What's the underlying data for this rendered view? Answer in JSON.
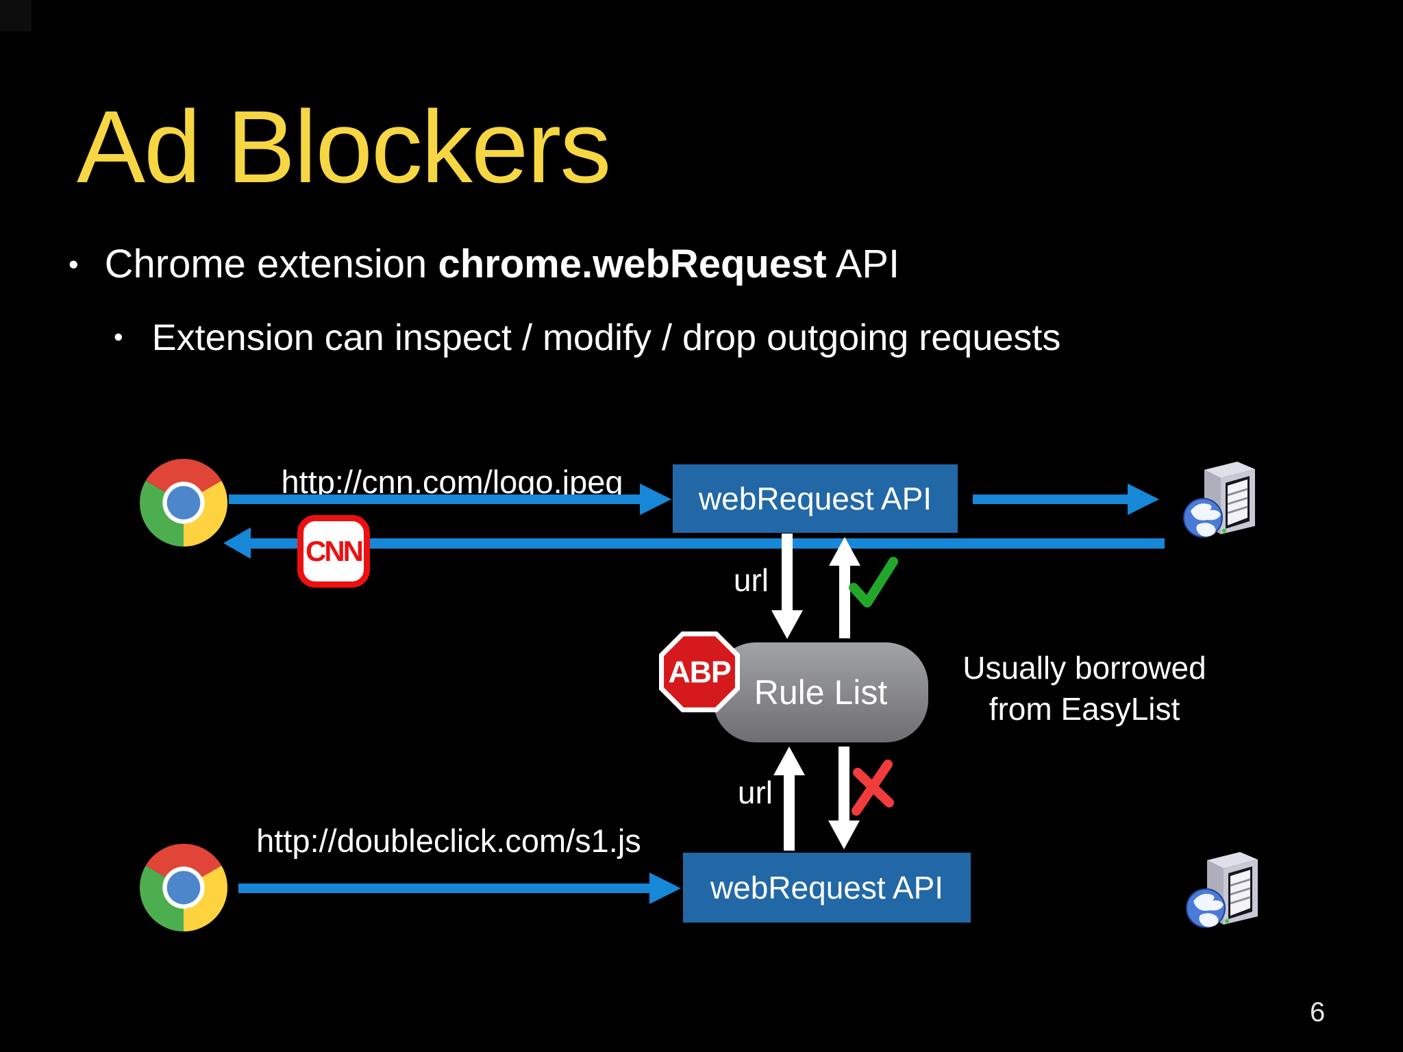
{
  "colors": {
    "title_yellow": "#F6D643",
    "arrow_blue": "#1787D8",
    "box_blue": "#2268A6",
    "rule_gray_top": "#A2A3A7",
    "rule_gray_bottom": "#6E6E73",
    "check_green": "#23A72B",
    "cross_red": "#F23B3B",
    "abp_red": "#D5191C",
    "cnn_red": "#EC1010"
  },
  "slide": {
    "title": "Ad Blockers",
    "bullet_marker": "•",
    "bullets": {
      "b1_pre": "Chrome extension ",
      "b1_bold": "chrome.webRequest",
      "b1_post": " API",
      "b2": "Extension can inspect / modify / drop outgoing requests"
    },
    "page_number": "6"
  },
  "diagram": {
    "top_flow": {
      "request_url": "http://cnn.com/logo.jpeg",
      "api_label": "webRequest API",
      "cnn_logo": "CNN"
    },
    "bottom_flow": {
      "request_url": "http://doubleclick.com/s1.js",
      "api_label": "webRequest API"
    },
    "rule_list": {
      "label": "Rule List",
      "abp_badge": "ABP",
      "note_line1": "Usually borrowed",
      "note_line2": "from EasyList"
    },
    "url_labels": {
      "top": "url",
      "bottom": "url"
    }
  }
}
